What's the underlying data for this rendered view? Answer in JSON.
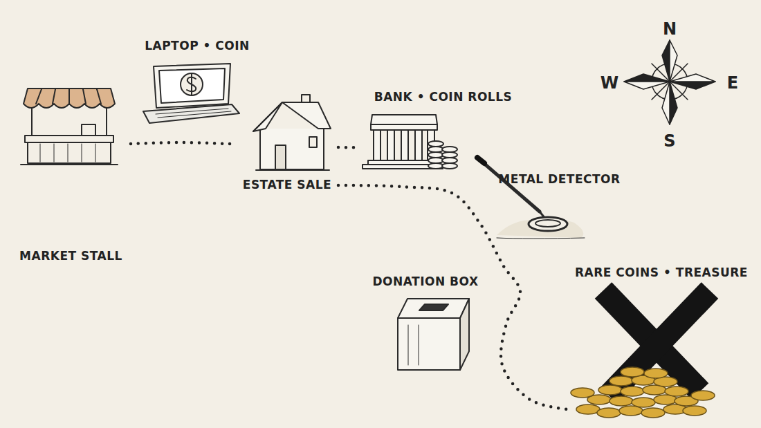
{
  "diagram": {
    "nodes": [
      {
        "text": [
          "MARKET STALL"
        ]
      },
      {
        "text": [
          "LAPTOP • COIN"
        ]
      },
      {
        "text": [
          "ESTATE SALE"
        ]
      },
      {
        "text": [
          "BANK • COIN ROLLS"
        ]
      },
      {
        "text": [
          "METAL DETECTOR"
        ]
      },
      {
        "text": [
          "DONATION BOX"
        ]
      },
      {
        "text": [
          "RARE COINS • TREASURE"
        ]
      }
    ],
    "edges": [
      {
        "from": 0,
        "to": 2,
        "arrow": "none"
      },
      {
        "from": 2,
        "to": 3,
        "arrow": "none"
      },
      {
        "from": 2,
        "to": 6,
        "arrow": "none"
      }
    ],
    "labels": [
      "N",
      "W",
      "E",
      "S"
    ]
  }
}
